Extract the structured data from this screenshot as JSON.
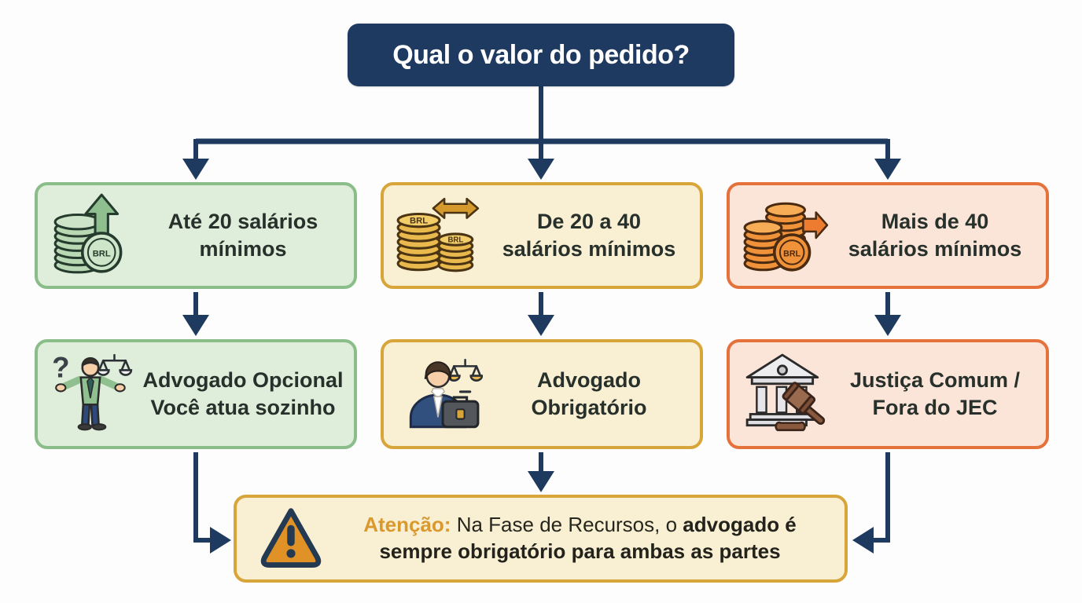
{
  "title": {
    "label": "Qual o valor do pedido?"
  },
  "colors": {
    "title_bg": "#1f3a60",
    "arrow": "#1e3a5f",
    "green_bg": "#dfeeda",
    "green_border": "#8bbd8b",
    "gold_bg": "#f9efd2",
    "gold_border": "#d8a53a",
    "orange_bg": "#fbe5d8",
    "orange_border": "#e5713b",
    "attention_text": "#d9992f",
    "label_text": "#27302b"
  },
  "boxes": {
    "row1": [
      {
        "theme": "green",
        "icon": "coins-up-icon",
        "line1": "Até 20 salários",
        "line2": "mínimos",
        "coin_label": "BRL"
      },
      {
        "theme": "gold",
        "icon": "coins-exchange-icon",
        "line1": "De 20 a 40",
        "line2": "salários mínimos",
        "coin_label_1": "BRL",
        "coin_label_2": "BRL"
      },
      {
        "theme": "orange",
        "icon": "coins-growth-icon",
        "line1": "Mais de 40",
        "line2": "salários mínimos",
        "coin_label": "BRL"
      }
    ],
    "row2": [
      {
        "theme": "green",
        "icon": "person-question-icon",
        "line1": "Advogado Opcional",
        "line2": "Você atua sozinho"
      },
      {
        "theme": "gold",
        "icon": "lawyer-scales-icon",
        "line1": "Advogado",
        "line2": "Obrigatório"
      },
      {
        "theme": "orange",
        "icon": "courthouse-gavel-icon",
        "line1": "Justiça Comum /",
        "line2": "Fora do JEC"
      }
    ]
  },
  "warning": {
    "attention": "Atenção:",
    "regular": "Na Fase de Recursos, o",
    "bold": "advogado é sempre obrigatório para ambas as partes"
  }
}
